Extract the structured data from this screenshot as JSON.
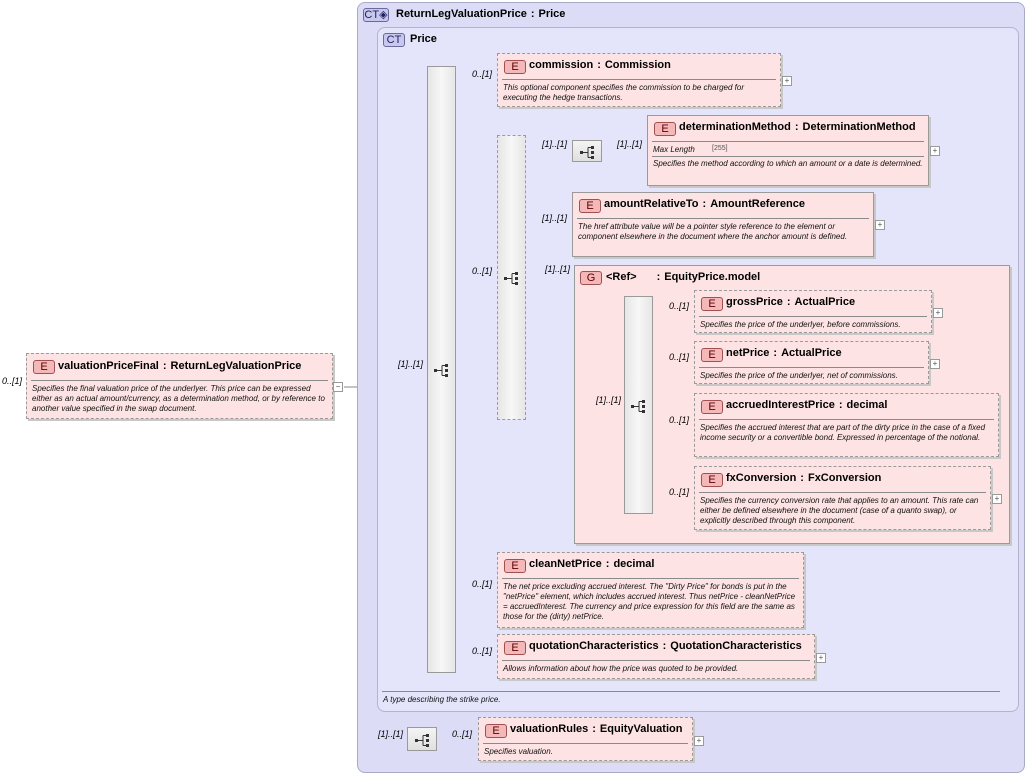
{
  "root": {
    "cardinality": "0..[1]",
    "badge": "E",
    "name": "valuationPriceFinal",
    "type": "ReturnLegValuationPrice",
    "description": "Specifies the final valuation price of the underlyer. This price can be expressed either as an actual amount/currency, as a determination method, or by reference to another value specified in the swap document."
  },
  "outer_type": {
    "badge": "CT",
    "name": "ReturnLegValuationPrice",
    "type": "Price"
  },
  "inner_type": {
    "badge": "CT",
    "name": "Price",
    "description": "A type describing the strike price."
  },
  "cardinalities": {
    "root_seq": "[1]..[1]",
    "commission": "0..[1]",
    "choice_outer": "0..[1]",
    "choice_to_inner": "[1]..[1]",
    "inner_to_det": "[1]..[1]",
    "amount_rel": "[1]..[1]",
    "ref_group": "[1]..[1]",
    "ref_seq": "[1]..[1]",
    "gross": "0..[1]",
    "net": "0..[1]",
    "accrued": "0..[1]",
    "fx": "0..[1]",
    "clean": "0..[1]",
    "quotation": "0..[1]",
    "rules_seq": "[1]..[1]",
    "rules": "0..[1]"
  },
  "elements": {
    "commission": {
      "badge": "E",
      "name": "commission",
      "type": "Commission",
      "description": "This optional component specifies the commission to be charged for executing the hedge transactions."
    },
    "determinationMethod": {
      "badge": "E",
      "name": "determinationMethod",
      "type": "DeterminationMethod",
      "max_length_label": "Max Length",
      "max_length_value": "[255]",
      "description": "Specifies the method according to which an amount or a date is determined."
    },
    "amountRelativeTo": {
      "badge": "E",
      "name": "amountRelativeTo",
      "type": "AmountReference",
      "description": "The href attribute value will be a pointer style reference to the element or component elsewhere in the document where the anchor amount is defined."
    },
    "refGroup": {
      "badge": "G",
      "name": "<Ref>",
      "type": "EquityPrice.model"
    },
    "grossPrice": {
      "badge": "E",
      "name": "grossPrice",
      "type": "ActualPrice",
      "description": "Specifies the price of the underlyer, before commissions."
    },
    "netPrice": {
      "badge": "E",
      "name": "netPrice",
      "type": "ActualPrice",
      "description": "Specifies the price of the underlyer, net of commissions."
    },
    "accruedInterestPrice": {
      "badge": "E",
      "name": "accruedInterestPrice",
      "type": "decimal",
      "description": "Specifies the accrued interest that are part of the dirty price in the case of a fixed income security or a convertible bond. Expressed in percentage of the notional."
    },
    "fxConversion": {
      "badge": "E",
      "name": "fxConversion",
      "type": "FxConversion",
      "description": "Specifies the currency conversion rate that applies to an amount. This rate can either be defined elsewhere in the document (case of a quanto swap), or explicitly described through this component."
    },
    "cleanNetPrice": {
      "badge": "E",
      "name": "cleanNetPrice",
      "type": "decimal",
      "description": "The net price excluding accrued interest. The \"Dirty Price\" for bonds is put in the \"netPrice\" element, which includes accrued interest. Thus netPrice - cleanNetPrice = accruedInterest. The currency and price expression for this field are the same as those for the (dirty) netPrice."
    },
    "quotationCharacteristics": {
      "badge": "E",
      "name": "quotationCharacteristics",
      "type": "QuotationCharacteristics",
      "description": "Allows information about how the price was quoted to be provided."
    },
    "valuationRules": {
      "badge": "E",
      "name": "valuationRules",
      "type": "EquityValuation",
      "description": "Specifies valuation."
    }
  },
  "icons": {
    "expand": "plus-icon",
    "collapse": "minus-icon",
    "sequence": "sequence-icon",
    "complex_type": "complex-type-icon"
  },
  "colors": {
    "element_fill": "#fde3e3",
    "complex_type_fill": "#dcdcf6",
    "badge_fill": "#f4b8b8"
  }
}
